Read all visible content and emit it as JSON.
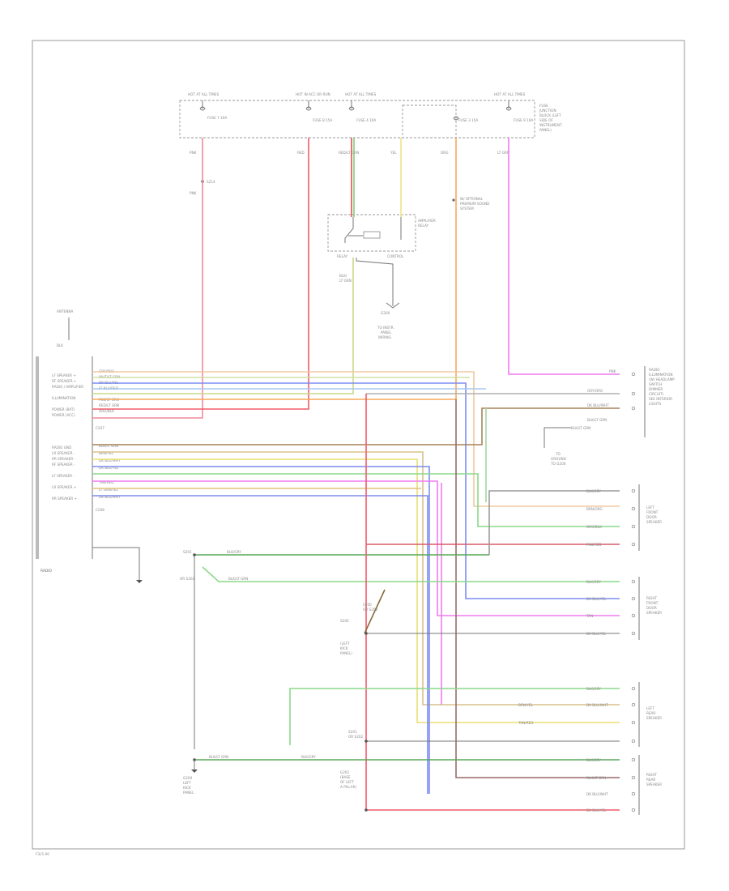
{
  "fuse_box": {
    "hot_labels": [
      "HOT AT ALL TIMES",
      "HOT IN ACC OR RUN",
      "HOT AT ALL TIMES",
      "HOT AT ALL TIMES"
    ],
    "fuse_labels": [
      "FUSE 7 10A",
      "FUSE 8 15A",
      "FUSE 4 10A",
      "FUSE 3 15A",
      "FUSE 9 10A"
    ],
    "box_label": [
      "FUSE",
      "JUNCTION",
      "BLOCK (LEFT",
      "SIDE OF",
      "INSTRUMENT",
      "PANEL)"
    ]
  },
  "wires": {
    "top_codes": [
      "PNK",
      "RED",
      "RED/LT GRN",
      "YEL",
      "ORG",
      "LT GRN"
    ],
    "splice_label": "S214",
    "lower_code": "PNK"
  },
  "amp_relay": {
    "label": [
      "AMPLIFIER",
      "RELAY"
    ],
    "note": [
      "W/ OPTIONAL",
      "PREMIUM SOUND",
      "SYSTEM"
    ],
    "pin_labels": [
      "RELAY",
      "CONTROL"
    ],
    "gnd_code": [
      "BLK/",
      "LT GRN"
    ],
    "gnd_name": [
      "G200",
      "TO INSTR.",
      "PANEL",
      "WIRING"
    ]
  },
  "antenna": {
    "label": "ANTENNA",
    "code": "BLK"
  },
  "radio": {
    "name": "RADIO",
    "left_labels_top": [
      "LF SPEAKER +",
      "RF SPEAKER +",
      "RADIO / AMPLIFIER",
      "ILLUMINATION",
      "POWER (BAT)",
      "POWER (ACC)"
    ],
    "left_labels_bottom": [
      "RADIO GND",
      "LR SPEAKER -",
      "RR SPEAKER -",
      "RF SPEAKER -",
      "LF SPEAKER -",
      "LR SPEAKER +",
      "RR SPEAKER +"
    ],
    "wire_labels_top": [
      "GRY/ORG",
      "WHT/LT GRN",
      "DK BLU/YEL",
      "LT BLU/RED",
      "PNK/LT GRN",
      "RED/LT GRN",
      "ORG/BLK"
    ],
    "wire_labels_bottom": [
      "BLK/LT GRN",
      "BRN/YEL",
      "DK BLU/WHT",
      "DK BLU/YEL",
      "TAN/RED",
      "LT GRN/YEL",
      "DK BLU/WHT"
    ],
    "conn_labels": [
      "C207",
      "C208"
    ],
    "case_label": "RADIO"
  },
  "right_panel": {
    "illum_code": "PNK",
    "illum_label": [
      "RADIO",
      "ILLUMINATION",
      "(W/ HEADLAMP",
      "SWITCH",
      "DIMMER",
      "CIRCUIT)",
      "SEE INTERIOR",
      "LIGHTS"
    ],
    "wire_labels": [
      "GRY/ORG",
      "DK BLU/WHT",
      "BLK/LT GRN"
    ],
    "sensor_label": "BLK/LT GRN",
    "sensor_note": [
      "TO",
      "GROUND",
      "TO G200"
    ]
  },
  "speakers": [
    {
      "name": [
        "LEFT",
        "FRONT",
        "DOOR",
        "SPEAKER"
      ],
      "wires": [
        "BLK/GRY",
        "BRN/ORG",
        "ORG/BLK",
        "PNK/RED"
      ]
    },
    {
      "name": [
        "RIGHT",
        "FRONT",
        "DOOR",
        "SPEAKER"
      ],
      "wires": [
        "BLK/GRY",
        "DK BLU/YEL",
        "TAN",
        "DK BLU/YEL"
      ]
    },
    {
      "name": [
        "LEFT",
        "REAR",
        "SPEAKER"
      ],
      "wires": [
        "BLK/GRY",
        "BRN/YEL",
        "DK BLU/WHT",
        "TAN/RED"
      ]
    },
    {
      "name": [
        "RIGHT",
        "REAR",
        "SPEAKER"
      ],
      "wires": [
        "BLK/GRY",
        "BLK/LT GRN",
        "DK BLU/WHT",
        "DK BLU/YEL"
      ]
    }
  ],
  "grounds": {
    "codes": [
      "BLK/GRY",
      "BLK/LT GRN",
      "BLK/LT GRN",
      "BLK/GRY"
    ],
    "left_splice": [
      "S201",
      "OR S202"
    ],
    "left_ground": [
      "G200",
      "LEFT",
      "KICK",
      "PANEL"
    ],
    "mid_splice": [
      "S200",
      "OR S202"
    ],
    "mid_ground": [
      "S200",
      "(LEFT",
      "KICK",
      "PANEL)"
    ],
    "bot_splice": [
      "S201",
      "OR S202"
    ],
    "bot_ground": [
      "G201",
      "(BASE",
      "OF LEFT",
      "A PILLAR)"
    ]
  },
  "footer": "F3L5-00"
}
